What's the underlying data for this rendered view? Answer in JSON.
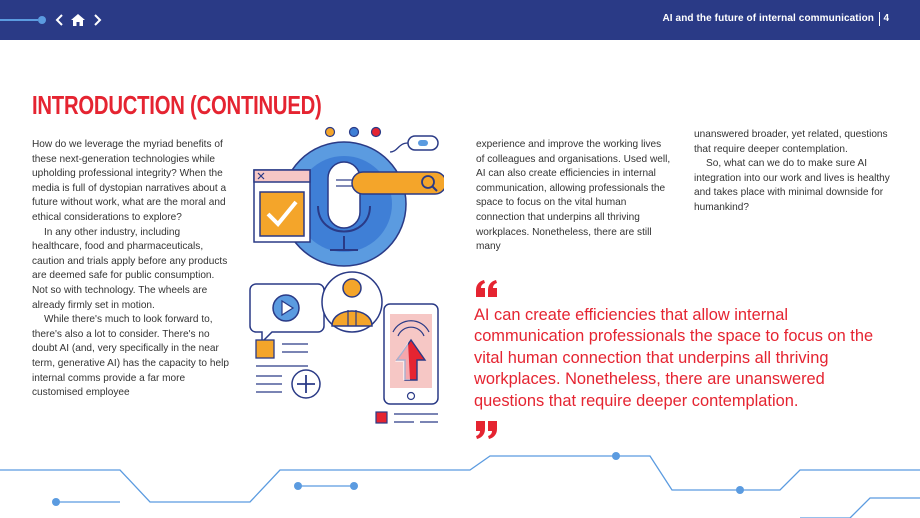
{
  "header": {
    "doc_title": "AI and the future of internal communication",
    "page_number": "4",
    "nav": {
      "back_icon": "chevron-left-icon",
      "home_icon": "home-icon",
      "forward_icon": "chevron-right-icon"
    }
  },
  "heading": "INTRODUCTION (CONTINUED)",
  "column1": {
    "paragraphs": [
      "How do we leverage the myriad benefits of these next-generation technologies while upholding professional integrity? When the media is full of dystopian narratives about a future without work, what are the moral and ethical considerations to explore?",
      "In any other industry, including healthcare, food and pharmaceuticals, caution and trials apply before any products are deemed safe for public consumption. Not so with technology. The wheels are already firmly set in motion.",
      "While there's much to look forward to, there's also a lot to consider. There's no doubt AI (and, very specifically in the near term, generative AI) has the capacity to help internal comms provide a far more customised employee"
    ]
  },
  "column2": {
    "paragraphs": [
      "experience and improve the working lives of colleagues and organisations. Used well, AI can also create efficiencies in internal communication, allowing professionals the space to focus on the vital human connection that underpins all thriving workplaces. Nonetheless, there are still many"
    ]
  },
  "column3": {
    "paragraphs": [
      "unanswered broader, yet related, questions that require deeper contemplation.",
      "So, what can we do to make sure AI integration into our work and lives is healthy and takes place with minimal downside for humankind?"
    ]
  },
  "pull_quote": "AI can create efficiencies that allow internal communication professionals the space to focus on the vital human connection that underpins all thriving workplaces. Nonetheless, there are unanswered questions that require deeper contemplation.",
  "colors": {
    "navy": "#2a3a86",
    "red": "#e52431",
    "blue": "#3f7fd6",
    "light_blue": "#5b9be0",
    "pink": "#f6c7c5",
    "orange": "#f4a52a"
  }
}
